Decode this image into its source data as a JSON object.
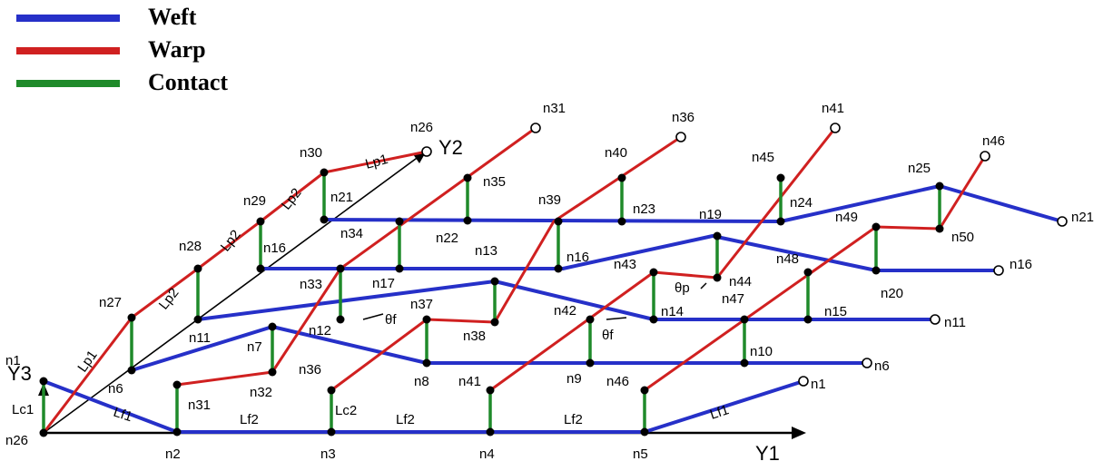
{
  "legend": [
    {
      "label": "Weft",
      "color": "#2630c8"
    },
    {
      "label": "Warp",
      "color": "#d02020"
    },
    {
      "label": "Contact",
      "color": "#1f8a2a"
    }
  ],
  "axes": {
    "y1": "Y1",
    "y2": "Y2",
    "y3": "Y3"
  },
  "labels": {
    "n1a": "n1",
    "n26a": "n26",
    "n2": "n2",
    "n3": "n3",
    "n4": "n4",
    "n5": "n5",
    "n1b": "n1",
    "n6a": "n6",
    "n6b": "n6",
    "n7": "n7",
    "n8": "n8",
    "n9": "n9",
    "n10": "n10",
    "n11a": "n11",
    "n11b": "n11",
    "n12": "n12",
    "n13": "n13",
    "n14": "n14",
    "n15": "n15",
    "n16a": "n16",
    "n16b": "n16",
    "n16c": "n16",
    "n17": "n17",
    "n19": "n19",
    "n20": "n20",
    "n21a": "n21",
    "n21b": "n21",
    "n22": "n22",
    "n23": "n23",
    "n24": "n24",
    "n25": "n25",
    "n26b": "n26",
    "n27": "n27",
    "n28": "n28",
    "n29": "n29",
    "n30": "n30",
    "n31a": "n31",
    "n31b": "n31",
    "n32": "n32",
    "n33": "n33",
    "n34": "n34",
    "n35": "n35",
    "n36a": "n36",
    "n36b": "n36",
    "n37": "n37",
    "n38": "n38",
    "n39": "n39",
    "n40": "n40",
    "n41a": "n41",
    "n41b": "n41",
    "n42": "n42",
    "n43": "n43",
    "n44": "n44",
    "n45": "n45",
    "n46a": "n46",
    "n46b": "n46",
    "n47": "n47",
    "n48": "n48",
    "n49": "n49",
    "n50": "n50",
    "Lf1a": "Lf1",
    "Lf1b": "Lf1",
    "Lf2a": "Lf2",
    "Lf2b": "Lf2",
    "Lf2c": "Lf2",
    "Lc1": "Lc1",
    "Lc2": "Lc2",
    "Lp1a": "Lp1",
    "Lp1b": "Lp1",
    "Lp2a": "Lp2",
    "Lp2b": "Lp2",
    "Lp2c": "Lp2",
    "thf1": "θf",
    "thf2": "θf",
    "thp": "θp"
  }
}
